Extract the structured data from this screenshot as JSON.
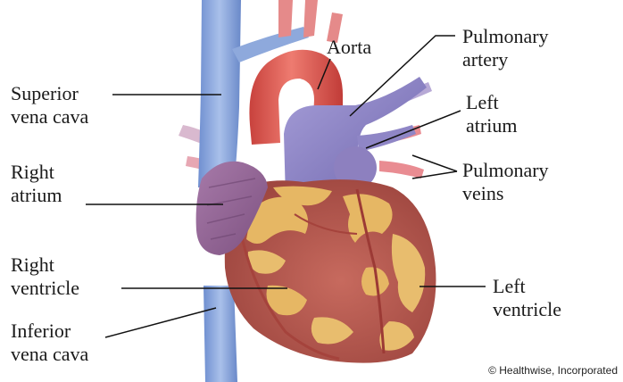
{
  "labels": {
    "superior_vena_cava": [
      "Superior",
      "vena cava"
    ],
    "right_atrium": [
      "Right",
      "atrium"
    ],
    "right_ventricle": [
      "Right",
      "ventricle"
    ],
    "inferior_vena_cava": [
      "Inferior",
      "vena cava"
    ],
    "aorta": [
      "Aorta"
    ],
    "pulmonary_artery": [
      "Pulmonary",
      "artery"
    ],
    "left_atrium": [
      "Left",
      "atrium"
    ],
    "pulmonary_veins": [
      "Pulmonary",
      "veins"
    ],
    "left_ventricle": [
      "Left",
      "ventricle"
    ]
  },
  "copyright": "© Healthwise, Incorporated",
  "colors": {
    "vena_cava": "#7f9ed6",
    "aorta": "#d9534f",
    "pulmonary_artery": "#8a83c4",
    "right_atrium": "#9a6a9c",
    "myocardium": "#b8574f",
    "fat": "#e6b764",
    "pulmonary_veins": "#e9878c"
  }
}
